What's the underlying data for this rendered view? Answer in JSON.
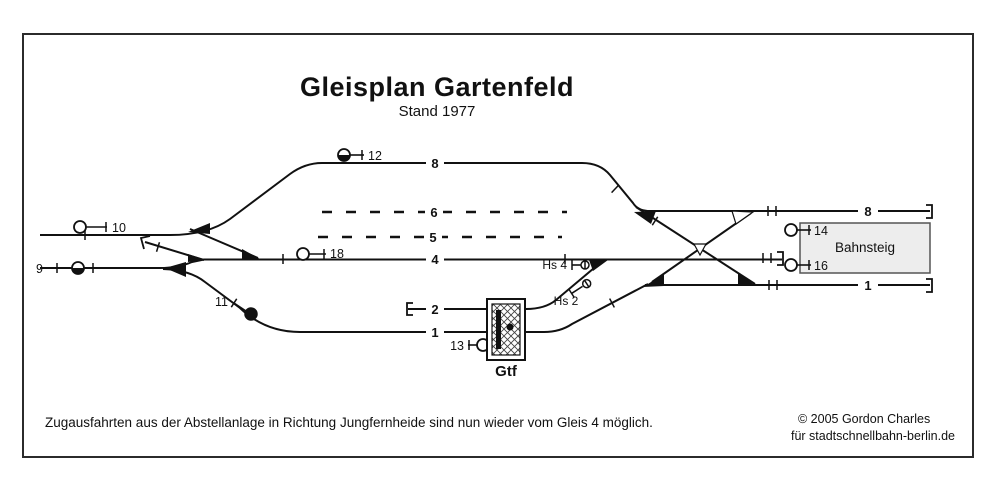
{
  "title": "Gleisplan Gartenfeld",
  "subtitle": "Stand 1977",
  "note": "Zugausfahrten aus der Abstellanlage in Richtung Jungfernheide sind nun wieder vom Gleis 4 möglich.",
  "copyright": {
    "line1": "© 2005 Gordon Charles",
    "line2": "für stadtschnellbahn-berlin.de"
  },
  "platform": {
    "label": "Bahnsteig"
  },
  "yard": {
    "label": "Gtf"
  },
  "tracks": {
    "t8_mid": "8",
    "t6": "6",
    "t5": "5",
    "t4": "4",
    "t2": "2",
    "t1_left": "1",
    "t8_right": "8",
    "t1_right": "1"
  },
  "signals": {
    "s9": "9",
    "s10": "10",
    "s11": "11",
    "s12": "12",
    "s13": "13",
    "s14": "14",
    "s16": "16",
    "s18": "18",
    "hs2": "Hs 2",
    "hs4": "Hs 4"
  },
  "colors": {
    "line": "#111111",
    "platform_fill": "#ededed",
    "frame": "#2b2b2b",
    "background": "#ffffff"
  }
}
